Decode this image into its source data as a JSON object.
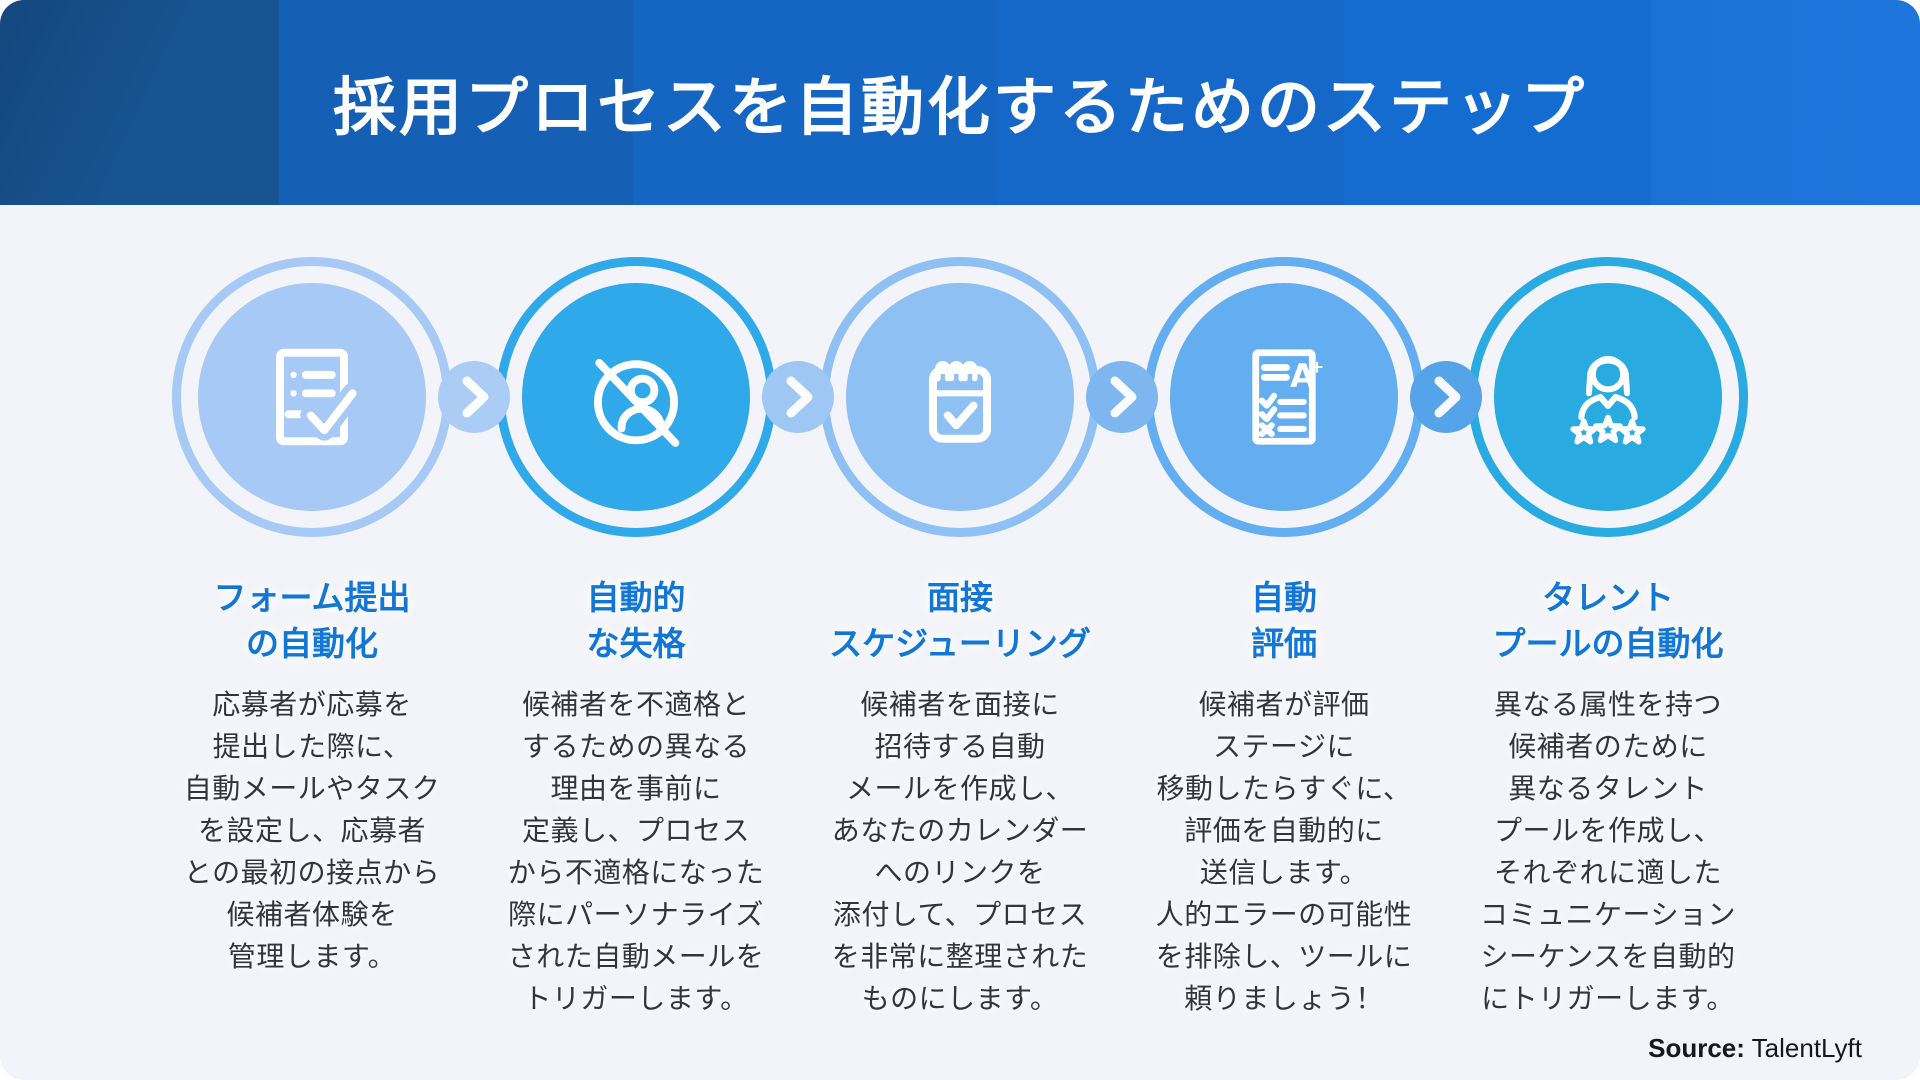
{
  "page": {
    "title": "採用プロセスを自動化するためのステップ",
    "source_label": "Source:",
    "source_value": " TalentLyft"
  },
  "colors": {
    "background": "#F3F4F9",
    "header_gradient_start": "#17538F",
    "header_gradient_end": "#1E76DC",
    "title_text": "#FFFFFF",
    "step_title_blue": "#1276D5",
    "description_text": "#32353B"
  },
  "steps": [
    {
      "icon": "form-submission-checklist-icon",
      "title": "フォーム提出\nの自動化",
      "description": "応募者が応募を\n提出した際に、\n自動メールやタスク\nを設定し、応募者\nとの最初の接点から\n候補者体験を\n管理します。",
      "circle_color": "#A6C9F5",
      "connector_color": "#ABCDF5"
    },
    {
      "icon": "disqualified-person-icon",
      "title": "自動的\nな失格",
      "description": "候補者を不適格と\nするための異なる\n理由を事前に\n定義し、プロセス\nから不適格になった\n際にパーソナライズ\nされた自動メールを\nトリガーします。",
      "circle_color": "#2FA9EA",
      "connector_color": "#9EC7F3"
    },
    {
      "icon": "calendar-check-icon",
      "title": "面接\nスケジューリング",
      "description": "候補者を面接に\n招待する自動\nメールを作成し、\nあなたのカレンダー\nへのリンクを\n添付して、プロセス\nを非常に整理された\nものにします。",
      "circle_color": "#8FC0F3",
      "connector_color": "#7EB6F0"
    },
    {
      "icon": "evaluation-report-icon",
      "title": "自動\n評価",
      "description": "候補者が評価\nステージに\n移動したらすぐに、\n評価を自動的に\n送信します。\n人的エラーの可能性\nを排除し、ツールに\n頼りましょう！",
      "circle_color": "#63AEF1",
      "connector_color": "#55A4E9"
    },
    {
      "icon": "talent-pool-person-stars-icon",
      "title": "タレント\nプールの自動化",
      "description": "異なる属性を持つ\n候補者のために\n異なるタレント\nプールを作成し、\nそれぞれに適した\nコミュニケーション\nシーケンスを自動的\nにトリガーします。",
      "circle_color": "#29ABE2",
      "connector_color": null
    }
  ]
}
